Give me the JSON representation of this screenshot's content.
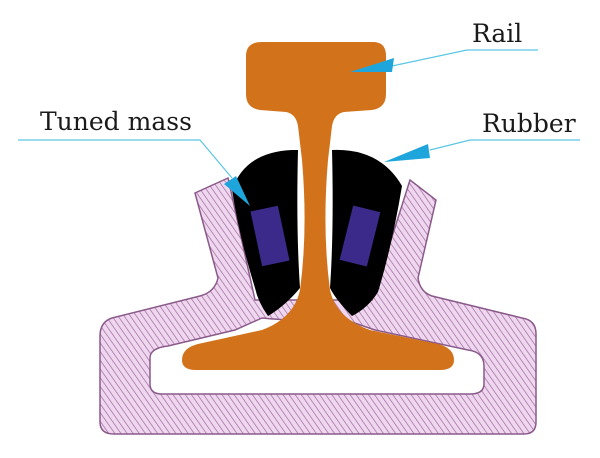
{
  "labels": {
    "rail": "Rail",
    "tuned_mass": "Tuned mass",
    "rubber": "Rubber"
  },
  "colors": {
    "rail": "#d2731c",
    "rubber": "#000000",
    "tuned_mass": "#3c2a8a",
    "housing_fill": "#efd8ef",
    "housing_hatch": "#a874a8",
    "housing_outline": "#8a5a8a",
    "leader_line": "#5cc6e6",
    "arrow_head": "#1ea6dc"
  }
}
